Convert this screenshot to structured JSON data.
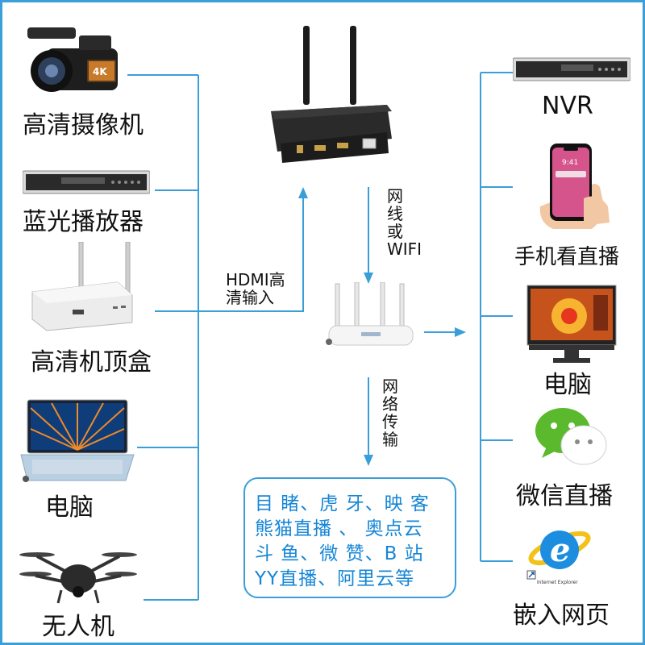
{
  "inputs": [
    {
      "label": "高清摄像机"
    },
    {
      "label": "蓝光播放器"
    },
    {
      "label": "高清机顶盒"
    },
    {
      "label": "电脑"
    },
    {
      "label": "无人机"
    }
  ],
  "outputs": [
    {
      "label": "NVR"
    },
    {
      "label": "手机看直播"
    },
    {
      "label": "电脑"
    },
    {
      "label": "微信直播"
    },
    {
      "label": "嵌入网页"
    }
  ],
  "hdmi_input_label": [
    "HDMI高",
    "清输入"
  ],
  "network_label": [
    "网",
    "线",
    "或",
    "WIFI"
  ],
  "network_transfer_label": [
    "网",
    "络",
    "传",
    "输"
  ],
  "platform_lines": [
    "目 睹、虎 牙、映 客",
    "熊猫直播 、 奥点云",
    "斗 鱼、微 赞、B 站",
    "YY直播、阿里云等"
  ],
  "phone_time": "9:41",
  "browser_caption": "Internet Explorer",
  "colors": {
    "accent": "#3a9fd9",
    "platform_text": "#1686d6"
  }
}
